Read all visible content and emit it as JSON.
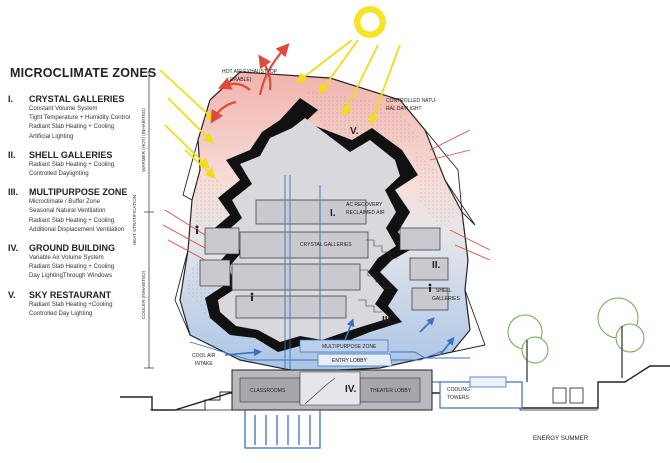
{
  "legend": {
    "title": "MICROCLIMATE ZONES",
    "zones": [
      {
        "numeral": "I.",
        "name": "CRYSTAL GALLERIES",
        "items": [
          "Constant Volume System",
          "Tight Temperature + Humidity Control",
          "Radiant Slab Heating + Cooling",
          "Artificial Lighting"
        ]
      },
      {
        "numeral": "II.",
        "name": "SHELL GALLERIES",
        "items": [
          "Radiant Slab Heating + Cooling",
          "Controlled Daylighting"
        ]
      },
      {
        "numeral": "III.",
        "name": "MULTIPURPOSE ZONE",
        "items": [
          "Microclimate / Buffer Zone",
          "Seasonal Natural Ventilation",
          "Radiant Slab Heating + Cooling",
          "Additional Displacement Ventilation"
        ]
      },
      {
        "numeral": "IV.",
        "name": "GROUND BUILDING",
        "items": [
          "Variable Air Volume System",
          "Radiant Slab Heating + Cooling",
          "Day LightingThrough Windows"
        ]
      },
      {
        "numeral": "V.",
        "name": "SKY RESTAURANT",
        "items": [
          "Radiant Slab Heating +Cooling",
          "Controlled Day Lighting"
        ]
      }
    ]
  },
  "vertical_labels": {
    "warmer": "WARMER (HOT) (INHABITED)",
    "stratification": "HEAT STRATIFICATION",
    "cooler": "COOLER (INHABITED)"
  },
  "annotations": {
    "hot_air_exhaust": "HOT AIR EXHAUST (OP",
    "hot_air_exhaust_2": "ERABLE)",
    "controlled_daylight_1": "CONTROLLED NATU-",
    "controlled_daylight_2": "RAL DAYLIGHT",
    "ac_recovery_1": "AC RECOVERY",
    "ac_recovery_2": "RECLAIMED AIR",
    "crystal_galleries": "CRYSTAL GALLERIES",
    "shell_galleries_1": "SHELL",
    "shell_galleries_2": "GALLERIES",
    "multipurpose_zone": "MULTIPURPOSE ZONE",
    "entry_lobby": "ENTRY LOBBY",
    "cool_air_intake_1": "COOL AIR",
    "cool_air_intake_2": "INTAKE",
    "classrooms": "CLASSROOMS",
    "theater_lobby": "THEATER LOBBY",
    "cooling_towers_1": "COOLING",
    "cooling_towers_2": "TOWERS",
    "caption": "ENERGY SUMMER"
  },
  "zone_markers": {
    "z1": "I.",
    "z2": "II.",
    "z3": "III.",
    "z4": "IV.",
    "z5": "V."
  },
  "colors": {
    "warm": "#f2b3ad",
    "cool": "#a9c4e6",
    "sun": "#f5e52a",
    "arrow_warm": "#e04a3c",
    "arrow_cool": "#3b6fc0",
    "core": "#111111"
  }
}
